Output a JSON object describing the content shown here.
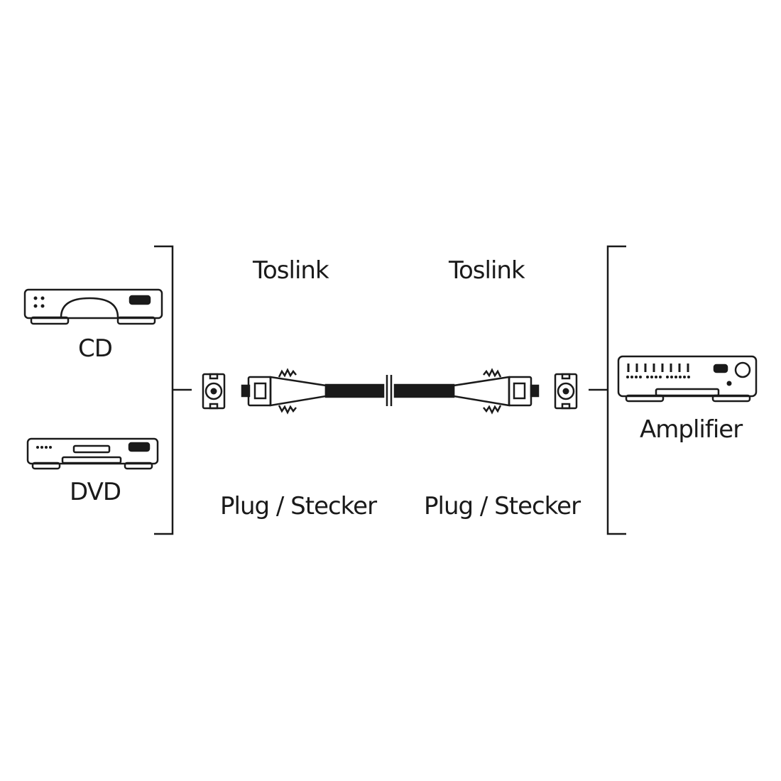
{
  "colors": {
    "stroke": "#1a1a1a",
    "background": "#ffffff"
  },
  "left_devices": {
    "cd": "CD",
    "dvd": "DVD"
  },
  "right_device": {
    "amplifier": "Amplifier"
  },
  "connector_left": {
    "type": "Toslink",
    "kind": "Plug / Stecker"
  },
  "connector_right": {
    "type": "Toslink",
    "kind": "Plug / Stecker"
  },
  "icons": [
    "cd-player-icon",
    "dvd-player-icon",
    "amplifier-icon",
    "toslink-socket-icon",
    "toslink-plug-icon"
  ]
}
